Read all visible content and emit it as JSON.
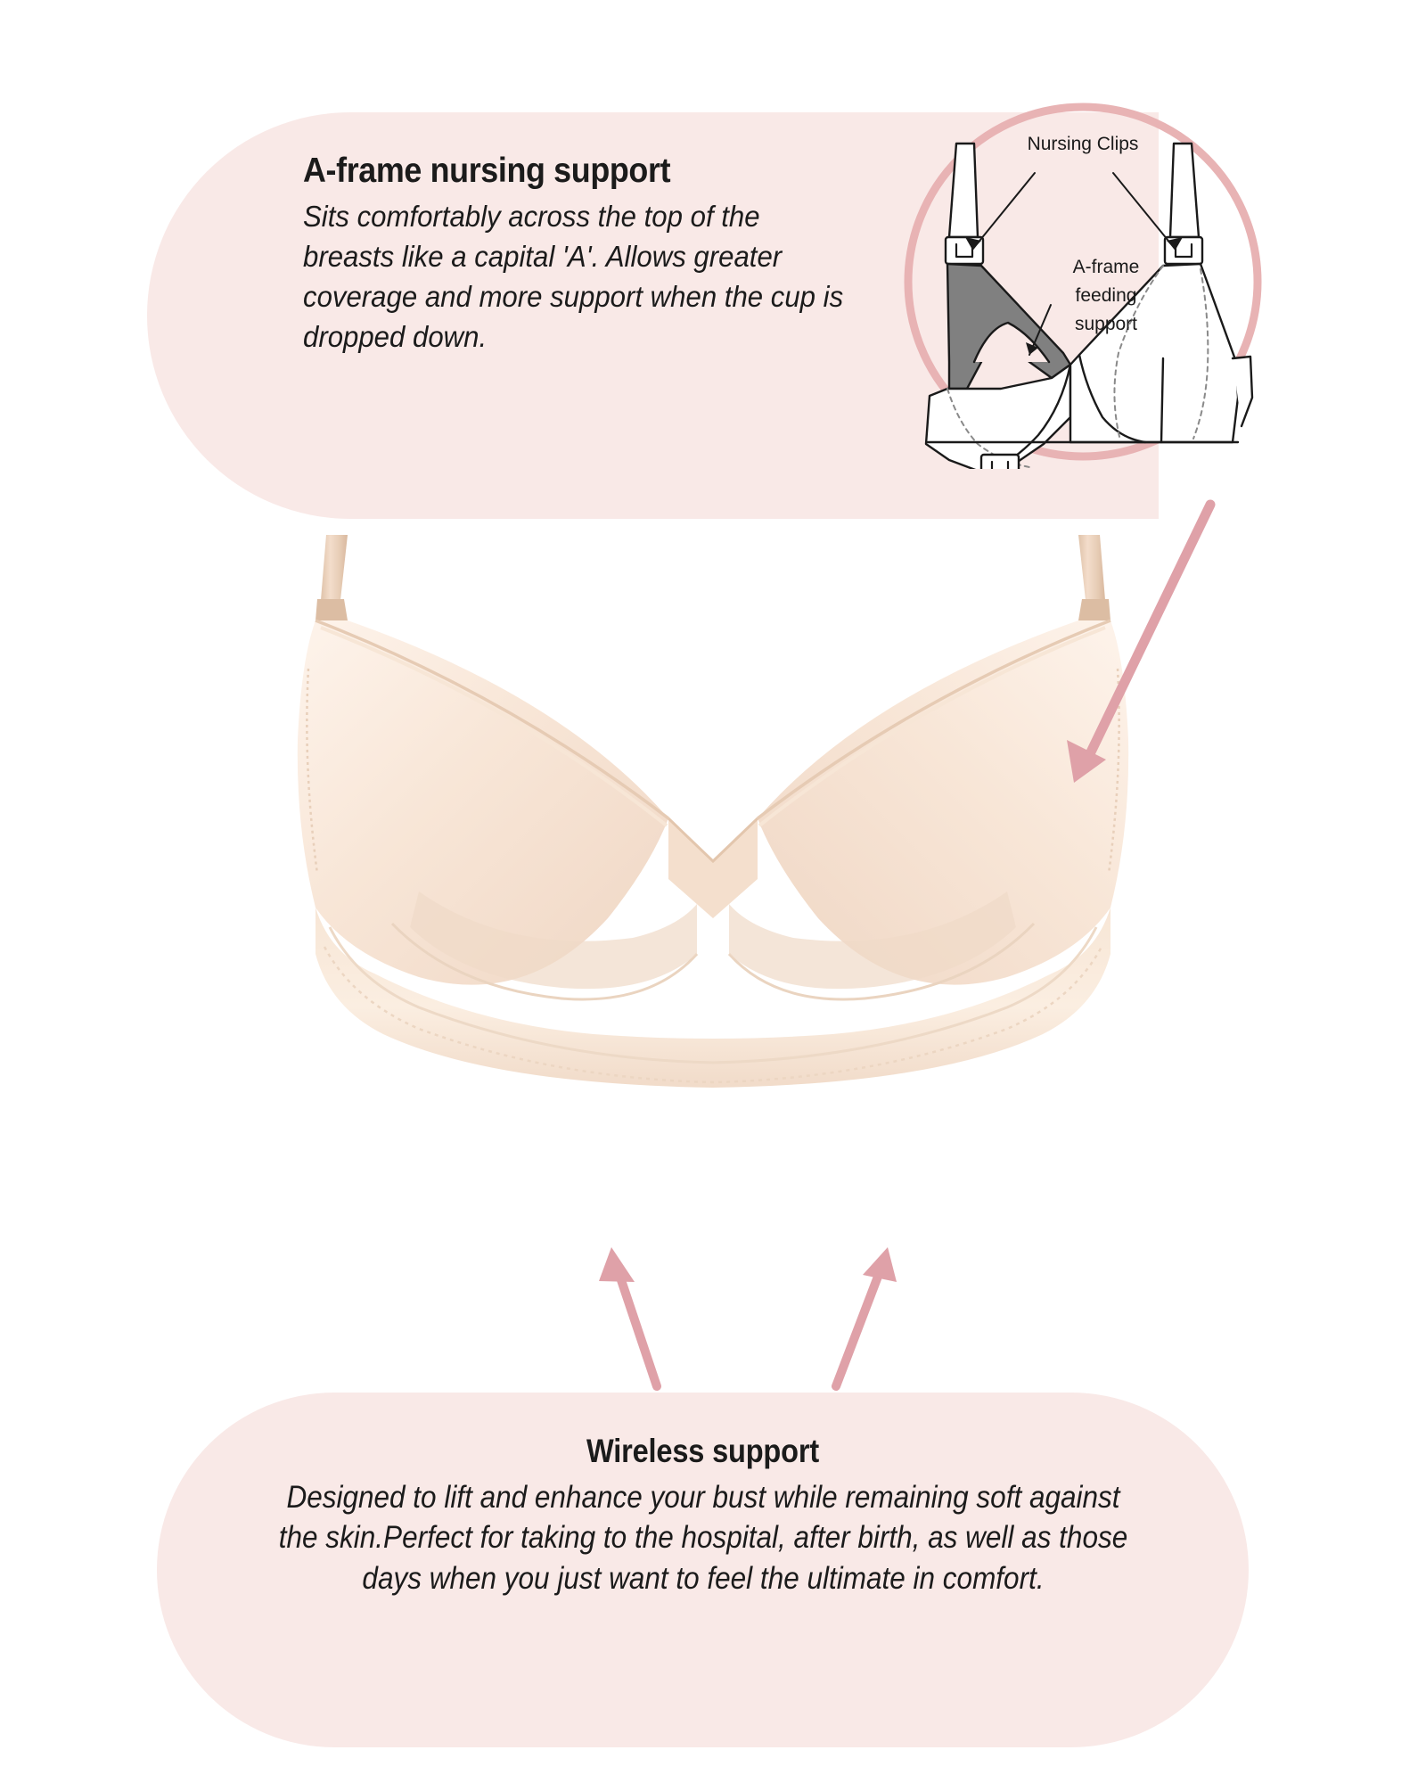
{
  "colors": {
    "page_background": "#ffffff",
    "panel_pink": "#f9e9e7",
    "circle_border_pink": "#e8b3b4",
    "arrow_pink": "#dfa1a8",
    "text_dark": "#1b1b1b",
    "fabric_light": "#fbeee2",
    "fabric_mid": "#f5e1d2",
    "fabric_shadow": "#ecd2c0",
    "strap_tan": "#e6cbb5",
    "diagram_grey": "#808080",
    "diagram_line": "#1a1a1a"
  },
  "top_callout": {
    "title": "A-frame nursing support",
    "body": "Sits comfortably across the top of the breasts like a capital 'A'. Allows greater coverage and more support when the cup is dropped down."
  },
  "bottom_callout": {
    "title": "Wireless support",
    "body": "Designed to lift and enhance your bust while remaining soft against the skin.Perfect for taking to the hospital, after birth, as well as those days when you just want to feel the ultimate in comfort."
  },
  "inset_diagram": {
    "label_nursing_clips": "Nursing Clips",
    "label_a_frame_line1": "A-frame",
    "label_a_frame_line2": "feeding",
    "label_a_frame_line3": "support"
  }
}
